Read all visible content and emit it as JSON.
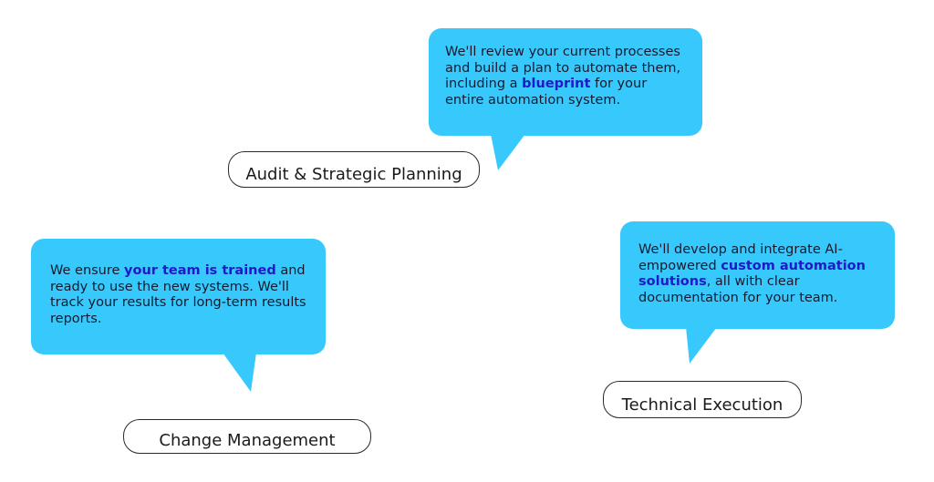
{
  "colors": {
    "bubble": "#38c9fc",
    "highlight": "#1f19c9",
    "text": "#151a2e",
    "label_border": "#2a2a2a"
  },
  "stages": [
    {
      "title": "Audit & Strategic Planning",
      "text_before": "We'll review your current processes and build a plan to automate them, including a ",
      "highlight": "blueprint",
      "text_after": " for your entire automation system."
    },
    {
      "title": "Change Management",
      "text_before": "We ensure ",
      "highlight": "your team is trained",
      "text_after": " and ready to use the new systems. We'll track your results for long-term results reports."
    },
    {
      "title": "Technical Execution",
      "text_before": "We'll develop and integrate AI-empowered ",
      "highlight": "custom automation solutions",
      "text_after": ", all with clear documentation for your team."
    }
  ]
}
